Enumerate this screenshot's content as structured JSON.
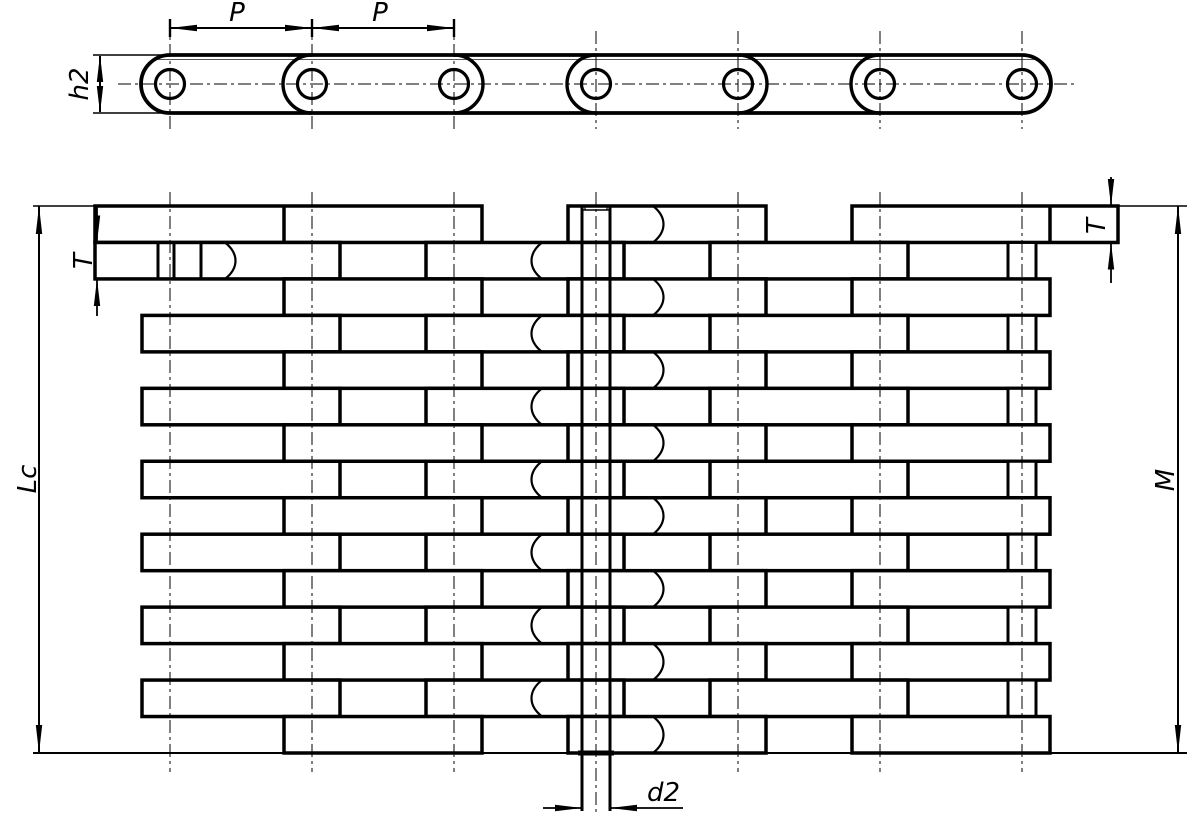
{
  "colors": {
    "line": "#000000",
    "background": "#ffffff"
  },
  "side_view": {
    "pitch_dim_1": "P",
    "pitch_dim_2": "P",
    "plate_height_dim": "h2"
  },
  "plan_view": {
    "plate_thickness_dim_left": "T",
    "plate_thickness_dim_right": "T",
    "chain_length_dim": "Lc",
    "chain_width_dim": "M",
    "pin_diameter_dim": "d2"
  }
}
